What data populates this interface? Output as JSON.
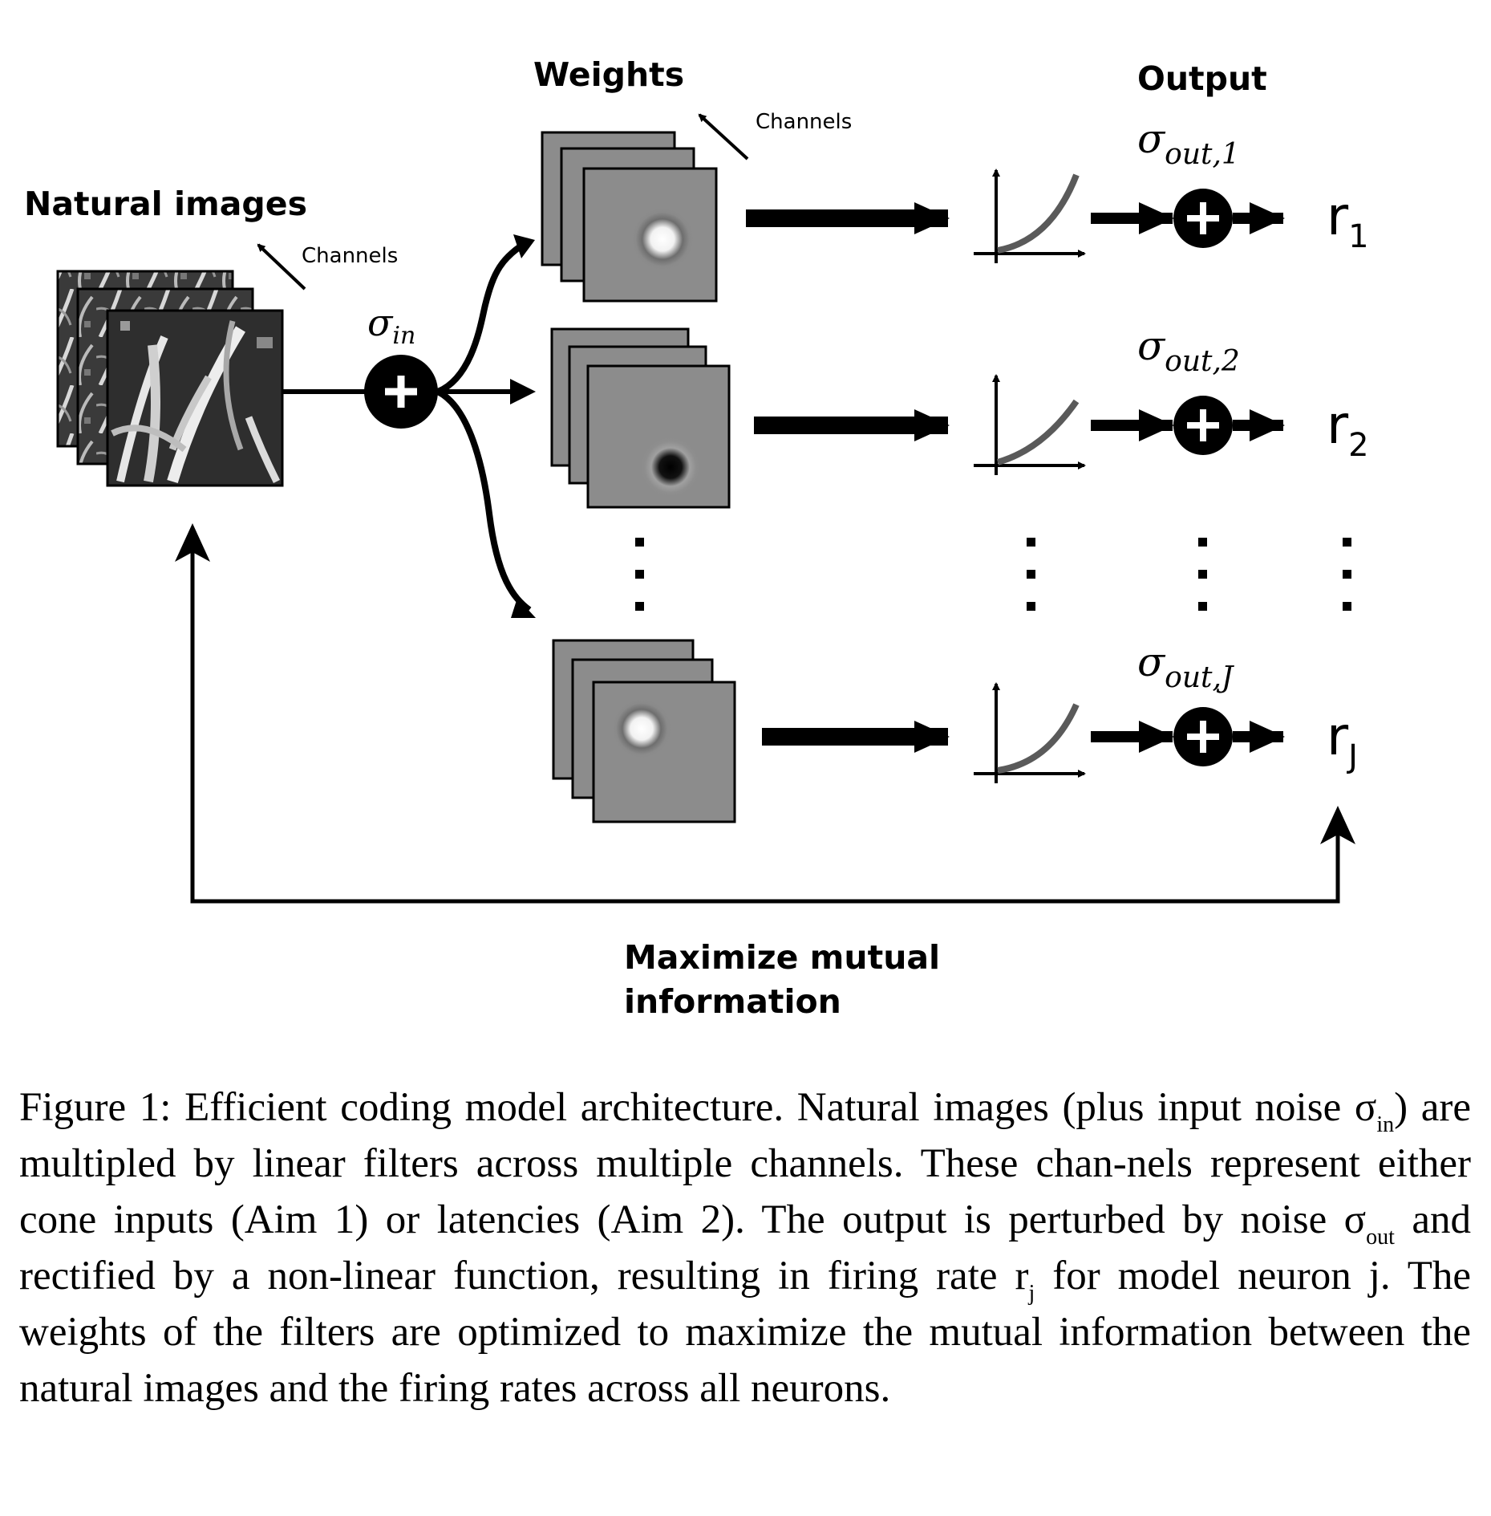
{
  "labels": {
    "natural_images": "Natural images",
    "weights": "Weights",
    "output": "Output",
    "channels": "Channels",
    "sigma_in_base": "σ",
    "sigma_in_sub": "in",
    "sigma_base": "σ",
    "sigma_out_1_sub": "out,1",
    "sigma_out_2_sub": "out,2",
    "sigma_out_J_sub": "out,J",
    "r_base": "r",
    "r1_sub": "1",
    "r2_sub": "2",
    "rJ_sub": "J",
    "maximize_line1": "Maximize mutual",
    "maximize_line2": "information"
  },
  "caption": {
    "part1": "Figure 1: Efficient coding model architecture. Natural images (plus input noise σ",
    "sub_in": "in",
    "part2": ") are multipled by linear filters across multiple channels. These chan-nels represent either cone inputs (Aim 1) or latencies (Aim 2). The output is perturbed by noise σ",
    "sub_out": "out",
    "part3": " and rectified by a non-linear function, resulting in firing rate r",
    "sub_j": "j",
    "part4": " for model neuron j. The weights of the filters are optimized to maximize the mutual information between the natural images and the firing rates across all neurons."
  }
}
